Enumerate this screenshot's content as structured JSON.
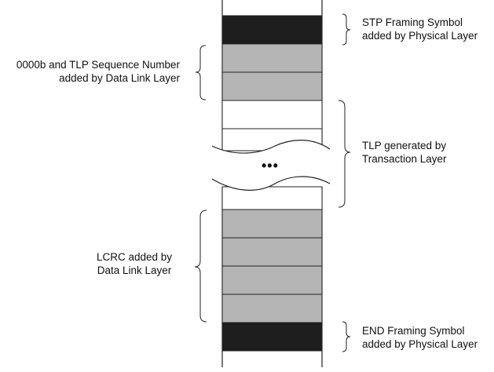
{
  "colors": {
    "framing": "#1e1e1e",
    "link_layer": "#b5b5b5",
    "tlp_body": "#ffffff",
    "line": "#222222"
  },
  "labels": {
    "stp": [
      "STP Framing Symbol",
      "added by Physical Layer"
    ],
    "sequence": [
      "0000b and TLP Sequence Number",
      "added by Data Link Layer"
    ],
    "tlp": [
      "TLP generated by",
      "Transaction Layer"
    ],
    "lcrc": [
      "LCRC added by",
      "Data Link Layer"
    ],
    "end": [
      "END Framing Symbol",
      "added by Physical Layer"
    ]
  },
  "ellipsis": "•••"
}
